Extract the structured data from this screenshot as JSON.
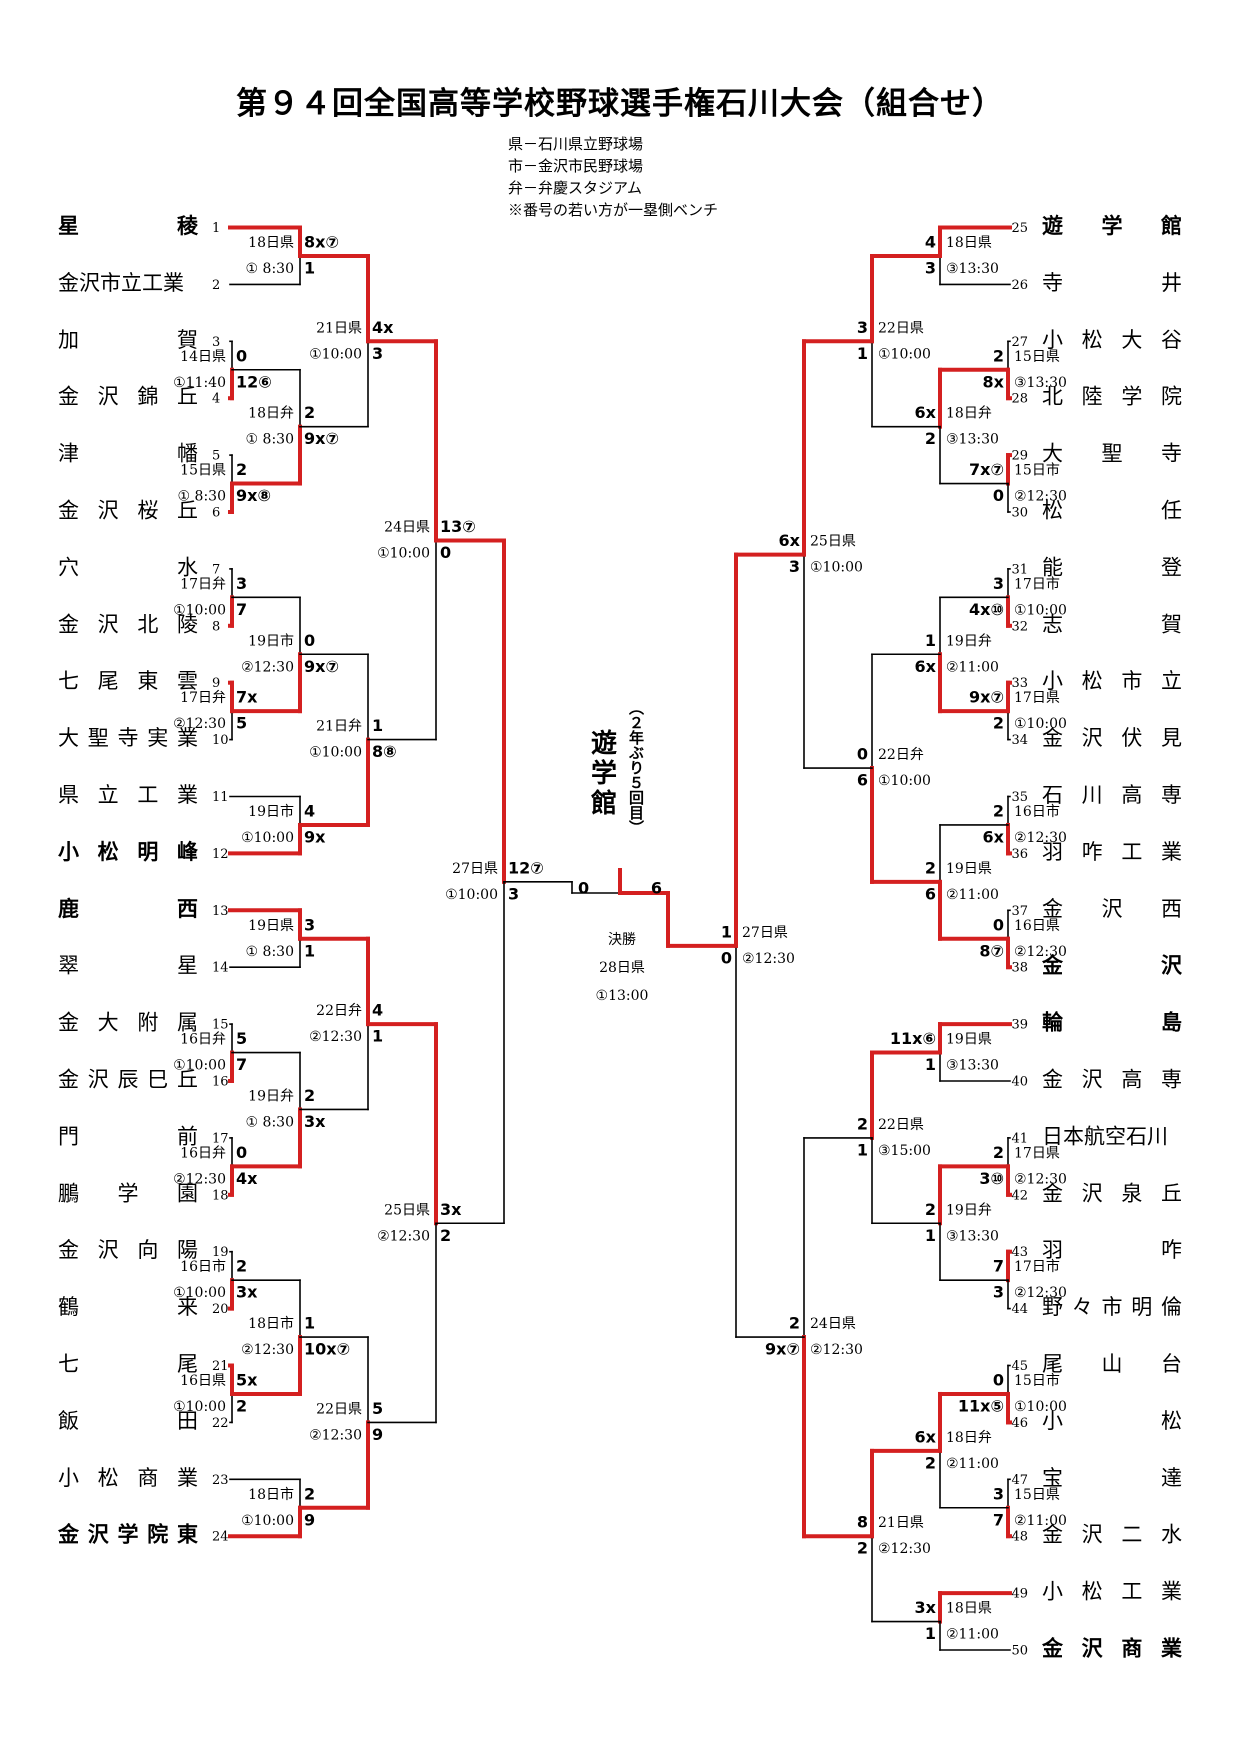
{
  "title": "第９４回全国高等学校野球選手権石川大会（組合せ）",
  "legend": [
    "県－石川県立野球場",
    "市－金沢市民野球場",
    "弁－弁慶スタジアム",
    "※番号の若い方が一塁側ベンチ"
  ],
  "colors": {
    "winner": "#d42020",
    "line": "#000000"
  },
  "champion": {
    "name": "遊学館",
    "note": "（２年ぶり５回目）"
  },
  "final": {
    "label": "決勝",
    "date": "28日県",
    "time": "①13:00"
  },
  "teams_left": [
    {
      "seed": "1",
      "name": "星稜",
      "bold": true
    },
    {
      "seed": "2",
      "name": "金沢市立工業",
      "bold": false
    },
    {
      "seed": "3",
      "name": "加賀",
      "bold": false
    },
    {
      "seed": "4",
      "name": "金沢錦丘",
      "bold": false
    },
    {
      "seed": "5",
      "name": "津幡",
      "bold": false
    },
    {
      "seed": "6",
      "name": "金沢桜丘",
      "bold": false
    },
    {
      "seed": "7",
      "name": "穴水",
      "bold": false
    },
    {
      "seed": "8",
      "name": "金沢北陵",
      "bold": false
    },
    {
      "seed": "9",
      "name": "七尾東雲",
      "bold": false
    },
    {
      "seed": "10",
      "name": "大聖寺実業",
      "bold": false
    },
    {
      "seed": "11",
      "name": "県立工業",
      "bold": false
    },
    {
      "seed": "12",
      "name": "小松明峰",
      "bold": true
    },
    {
      "seed": "13",
      "name": "鹿西",
      "bold": true
    },
    {
      "seed": "14",
      "name": "翠星",
      "bold": false
    },
    {
      "seed": "15",
      "name": "金大附属",
      "bold": false
    },
    {
      "seed": "16",
      "name": "金沢辰巳丘",
      "bold": false
    },
    {
      "seed": "17",
      "name": "門前",
      "bold": false
    },
    {
      "seed": "18",
      "name": "鵬学園",
      "bold": false
    },
    {
      "seed": "19",
      "name": "金沢向陽",
      "bold": false
    },
    {
      "seed": "20",
      "name": "鶴来",
      "bold": false
    },
    {
      "seed": "21",
      "name": "七尾",
      "bold": false
    },
    {
      "seed": "22",
      "name": "飯田",
      "bold": false
    },
    {
      "seed": "23",
      "name": "小松商業",
      "bold": false
    },
    {
      "seed": "24",
      "name": "金沢学院東",
      "bold": true
    }
  ],
  "teams_right": [
    {
      "seed": "25",
      "name": "遊学館",
      "bold": true
    },
    {
      "seed": "26",
      "name": "寺井",
      "bold": false
    },
    {
      "seed": "27",
      "name": "小松大谷",
      "bold": false
    },
    {
      "seed": "28",
      "name": "北陸学院",
      "bold": false
    },
    {
      "seed": "29",
      "name": "大聖寺",
      "bold": false
    },
    {
      "seed": "30",
      "name": "松任",
      "bold": false
    },
    {
      "seed": "31",
      "name": "能登",
      "bold": false
    },
    {
      "seed": "32",
      "name": "志賀",
      "bold": false
    },
    {
      "seed": "33",
      "name": "小松市立",
      "bold": false
    },
    {
      "seed": "34",
      "name": "金沢伏見",
      "bold": false
    },
    {
      "seed": "35",
      "name": "石川高専",
      "bold": false
    },
    {
      "seed": "36",
      "name": "羽咋工業",
      "bold": false
    },
    {
      "seed": "37",
      "name": "金沢西",
      "bold": false
    },
    {
      "seed": "38",
      "name": "金沢",
      "bold": true
    },
    {
      "seed": "39",
      "name": "輪島",
      "bold": true
    },
    {
      "seed": "40",
      "name": "金沢高専",
      "bold": false
    },
    {
      "seed": "41",
      "name": "日本航空石川",
      "bold": false
    },
    {
      "seed": "42",
      "name": "金沢泉丘",
      "bold": false
    },
    {
      "seed": "43",
      "name": "羽咋",
      "bold": false
    },
    {
      "seed": "44",
      "name": "野々市明倫",
      "bold": false
    },
    {
      "seed": "45",
      "name": "尾山台",
      "bold": false
    },
    {
      "seed": "46",
      "name": "小松",
      "bold": false
    },
    {
      "seed": "47",
      "name": "宝達",
      "bold": false
    },
    {
      "seed": "48",
      "name": "金沢二水",
      "bold": false
    },
    {
      "seed": "49",
      "name": "小松工業",
      "bold": false
    },
    {
      "seed": "50",
      "name": "金沢商業",
      "bold": true
    }
  ],
  "matches": [
    {
      "id": "L_r1_1",
      "date": "18日県",
      "time": "① 8:30",
      "s1": "8x⑦",
      "s2": "1",
      "win": "top"
    },
    {
      "id": "L_r1_2",
      "date": "14日県",
      "time": "①11:40",
      "s1": "0",
      "s2": "12⑥",
      "win": "bottom"
    },
    {
      "id": "L_r1_3",
      "date": "15日県",
      "time": "① 8:30",
      "s1": "2",
      "s2": "9x⑧",
      "win": "bottom"
    },
    {
      "id": "L_r2_2",
      "date": "18日弁",
      "time": "① 8:30",
      "s1": "2",
      "s2": "9x⑦",
      "win": "bottom"
    },
    {
      "id": "L_r3_1",
      "date": "21日県",
      "time": "①10:00",
      "s1": "4x",
      "s2": "3",
      "win": "top"
    },
    {
      "id": "L_r1_4",
      "date": "17日弁",
      "time": "①10:00",
      "s1": "3",
      "s2": "7",
      "win": "bottom"
    },
    {
      "id": "L_r1_5",
      "date": "17日弁",
      "time": "②12:30",
      "s1": "7x",
      "s2": "5",
      "win": "top"
    },
    {
      "id": "L_r2_3",
      "date": "19日市",
      "time": "②12:30",
      "s1": "0",
      "s2": "9x⑦",
      "win": "bottom"
    },
    {
      "id": "L_r1_6",
      "date": "19日市",
      "time": "①10:00",
      "s1": "4",
      "s2": "9x",
      "win": "bottom"
    },
    {
      "id": "L_r3_2",
      "date": "21日弁",
      "time": "①10:00",
      "s1": "1",
      "s2": "8⑧",
      "win": "bottom"
    },
    {
      "id": "L_qf_1",
      "date": "24日県",
      "time": "①10:00",
      "s1": "13⑦",
      "s2": "0",
      "win": "top"
    },
    {
      "id": "L_r1_7",
      "date": "19日県",
      "time": "① 8:30",
      "s1": "3",
      "s2": "1",
      "win": "top"
    },
    {
      "id": "L_r1_8",
      "date": "16日弁",
      "time": "①10:00",
      "s1": "5",
      "s2": "7",
      "win": "bottom"
    },
    {
      "id": "L_r1_9",
      "date": "16日弁",
      "time": "②12:30",
      "s1": "0",
      "s2": "4x",
      "win": "bottom"
    },
    {
      "id": "L_r2_5",
      "date": "19日弁",
      "time": "① 8:30",
      "s1": "2",
      "s2": "3x",
      "win": "bottom"
    },
    {
      "id": "L_r3_3",
      "date": "22日弁",
      "time": "②12:30",
      "s1": "4",
      "s2": "1",
      "win": "top"
    },
    {
      "id": "L_r1_10",
      "date": "16日市",
      "time": "①10:00",
      "s1": "2",
      "s2": "3x",
      "win": "bottom"
    },
    {
      "id": "L_r1_11",
      "date": "16日県",
      "time": "①10:00",
      "s1": "5x",
      "s2": "2",
      "win": "top"
    },
    {
      "id": "L_r2_6",
      "date": "18日市",
      "time": "②12:30",
      "s1": "1",
      "s2": "10x⑦",
      "win": "bottom"
    },
    {
      "id": "L_r1_12",
      "date": "18日市",
      "time": "①10:00",
      "s1": "2",
      "s2": "9",
      "win": "bottom"
    },
    {
      "id": "L_r3_4",
      "date": "22日県",
      "time": "②12:30",
      "s1": "5",
      "s2": "9",
      "win": "bottom"
    },
    {
      "id": "L_qf_2",
      "date": "25日県",
      "time": "②12:30",
      "s1": "3x",
      "s2": "2",
      "win": "top"
    },
    {
      "id": "L_sf",
      "date": "27日県",
      "time": "①10:00",
      "s1": "12⑦",
      "s2": "3",
      "win": "top"
    },
    {
      "id": "R_r1_1",
      "date": "18日県",
      "time": "③13:30",
      "s1": "4",
      "s2": "3",
      "win": "top"
    },
    {
      "id": "R_r1_2",
      "date": "15日県",
      "time": "③13:30",
      "s1": "2",
      "s2": "8x",
      "win": "bottom"
    },
    {
      "id": "R_r1_3",
      "date": "15日市",
      "time": "②12:30",
      "s1": "7x⑦",
      "s2": "0",
      "win": "top"
    },
    {
      "id": "R_r2_2",
      "date": "18日弁",
      "time": "③13:30",
      "s1": "6x",
      "s2": "2",
      "win": "top"
    },
    {
      "id": "R_r3_1",
      "date": "22日県",
      "time": "①10:00",
      "s1": "3",
      "s2": "1",
      "win": "top"
    },
    {
      "id": "R_r1_4",
      "date": "17日市",
      "time": "①10:00",
      "s1": "3",
      "s2": "4x⑩",
      "win": "bottom"
    },
    {
      "id": "R_r1_5",
      "date": "17日県",
      "time": "①10:00",
      "s1": "9x⑦",
      "s2": "2",
      "win": "top"
    },
    {
      "id": "R_r2_3",
      "date": "19日弁",
      "time": "②11:00",
      "s1": "1",
      "s2": "6x",
      "win": "bottom"
    },
    {
      "id": "R_r1_6",
      "date": "16日市",
      "time": "②12:30",
      "s1": "2",
      "s2": "6x",
      "win": "bottom"
    },
    {
      "id": "R_r1_7",
      "date": "16日県",
      "time": "②12:30",
      "s1": "0",
      "s2": "8⑦",
      "win": "bottom"
    },
    {
      "id": "R_r2_4",
      "date": "19日県",
      "time": "②11:00",
      "s1": "2",
      "s2": "6",
      "win": "bottom"
    },
    {
      "id": "R_r3_2",
      "date": "22日弁",
      "time": "①10:00",
      "s1": "0",
      "s2": "6",
      "win": "bottom"
    },
    {
      "id": "R_qf_1",
      "date": "25日県",
      "time": "①10:00",
      "s1": "6x",
      "s2": "3",
      "win": "top"
    },
    {
      "id": "R_r1_8",
      "date": "19日県",
      "time": "③13:30",
      "s1": "11x⑥",
      "s2": "1",
      "win": "top"
    },
    {
      "id": "R_r1_9",
      "date": "17日県",
      "time": "②12:30",
      "s1": "2",
      "s2": "3⑩",
      "win": "bottom"
    },
    {
      "id": "R_r1_10",
      "date": "17日市",
      "time": "②12:30",
      "s1": "7",
      "s2": "3",
      "win": "top"
    },
    {
      "id": "R_r2_6",
      "date": "19日弁",
      "time": "③13:30",
      "s1": "2",
      "s2": "1",
      "win": "top"
    },
    {
      "id": "R_r3_3",
      "date": "22日県",
      "time": "③15:00",
      "s1": "2",
      "s2": "1",
      "win": "top"
    },
    {
      "id": "R_r1_11",
      "date": "15日市",
      "time": "①10:00",
      "s1": "0",
      "s2": "11x⑤",
      "win": "bottom"
    },
    {
      "id": "R_r1_12",
      "date": "15日県",
      "time": "②11:00",
      "s1": "3",
      "s2": "7",
      "win": "bottom"
    },
    {
      "id": "R_r2_7",
      "date": "18日弁",
      "time": "②11:00",
      "s1": "6x",
      "s2": "2",
      "win": "top"
    },
    {
      "id": "R_r1_13",
      "date": "18日県",
      "time": "②11:00",
      "s1": "3x",
      "s2": "1",
      "win": "top"
    },
    {
      "id": "R_r3_4",
      "date": "21日県",
      "time": "②12:30",
      "s1": "8",
      "s2": "2",
      "win": "top"
    },
    {
      "id": "R_qf_2",
      "date": "24日県",
      "time": "②12:30",
      "s1": "2",
      "s2": "9x⑦",
      "win": "bottom"
    },
    {
      "id": "R_sf",
      "date": "27日県",
      "time": "②12:30",
      "s1": "1",
      "s2": "0",
      "win": "top"
    },
    {
      "id": "final",
      "date": "28日県",
      "time": "①13:00",
      "s1": "0",
      "s2": "6",
      "win": "bottom"
    }
  ]
}
